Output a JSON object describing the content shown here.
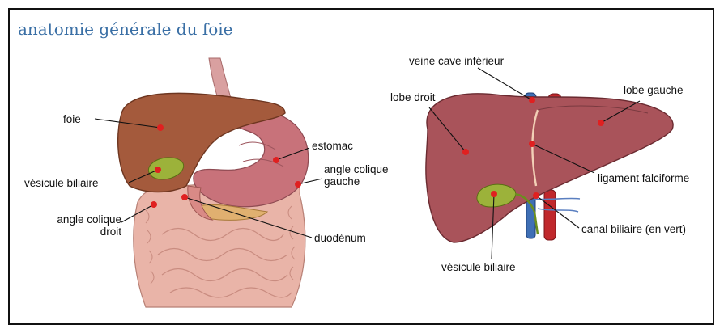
{
  "title": "anatomie générale du foie",
  "left_figure": {
    "labels": {
      "foie": "foie",
      "vesicule_biliaire": "vésicule biliaire",
      "angle_colique_droit": [
        "angle colique",
        "droit"
      ],
      "estomac": "estomac",
      "angle_colique_gauche": [
        "angle colique",
        "gauche"
      ],
      "duodenum": "duodénum"
    }
  },
  "right_figure": {
    "labels": {
      "veine_cave_inferieur": "veine cave inférieur",
      "lobe_droit": "lobe droit",
      "lobe_gauche": "lobe gauche",
      "ligament_falciforme": "ligament falciforme",
      "canal_biliaire": "canal biliaire (en vert)",
      "vesicule_biliaire": "vésicule biliaire"
    }
  },
  "colors": {
    "title": "#3a6fa5",
    "marker": "#e02020",
    "liver": "#a45a3c",
    "liver_right": "#a9535a",
    "gallbladder": "#9cb23a",
    "stomach": "#c8727a",
    "intestine": "#e9b4a8",
    "vein": "#3f6fb5",
    "artery": "#c0282c"
  }
}
